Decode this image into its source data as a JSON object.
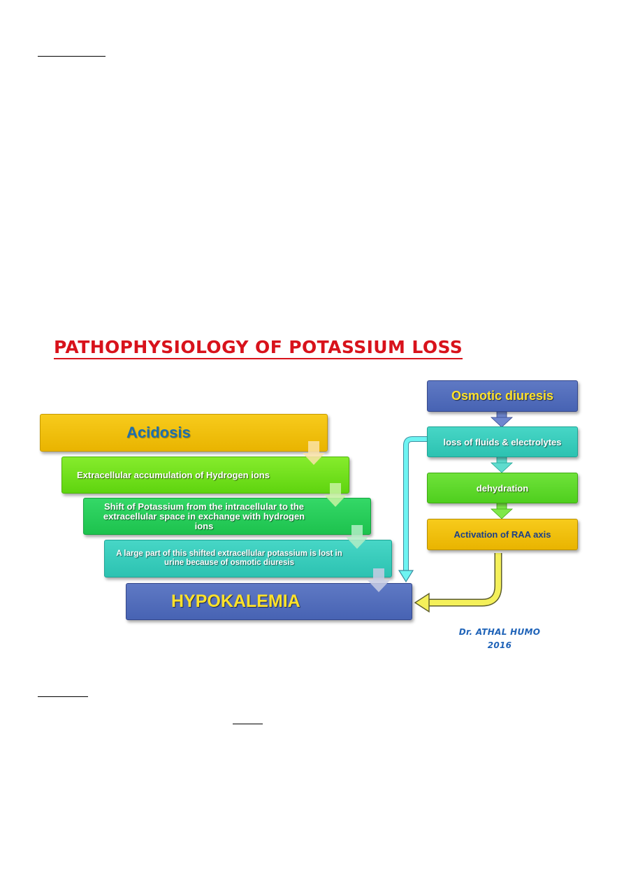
{
  "diagram": {
    "title": "PATHOPHYSIOLOGY OF POTASSIUM LOSS",
    "left_chain": [
      {
        "label": "Acidosis"
      },
      {
        "label": "Extracellular accumulation  of Hydrogen ions"
      },
      {
        "label": "Shift of Potassium  from the intracellular to the extracellular space in exchange with hydrogen ions"
      },
      {
        "label": "A large part of this shifted extracellular potassium is lost in urine because of osmotic diuresis"
      },
      {
        "label": "HYPOKALEMIA"
      }
    ],
    "right_chain": [
      {
        "label": "Osmotic  diuresis"
      },
      {
        "label": "loss of fluids & electrolytes"
      },
      {
        "label": "dehydration"
      },
      {
        "label": "Activation of RAA axis"
      }
    ],
    "credit": {
      "author": "Dr. ATHAL HUMO",
      "year": "2016"
    },
    "colors": {
      "title": "#d8121b",
      "acidosis_box": "#f2c000",
      "extracellular_box": "#6fe01f",
      "shift_box": "#24c957",
      "large_part_box": "#36cbbb",
      "hypokalemia_box": "#5068b8",
      "loss_connector": "#6ef4f2",
      "raa_connector": "#f4f05a"
    }
  }
}
